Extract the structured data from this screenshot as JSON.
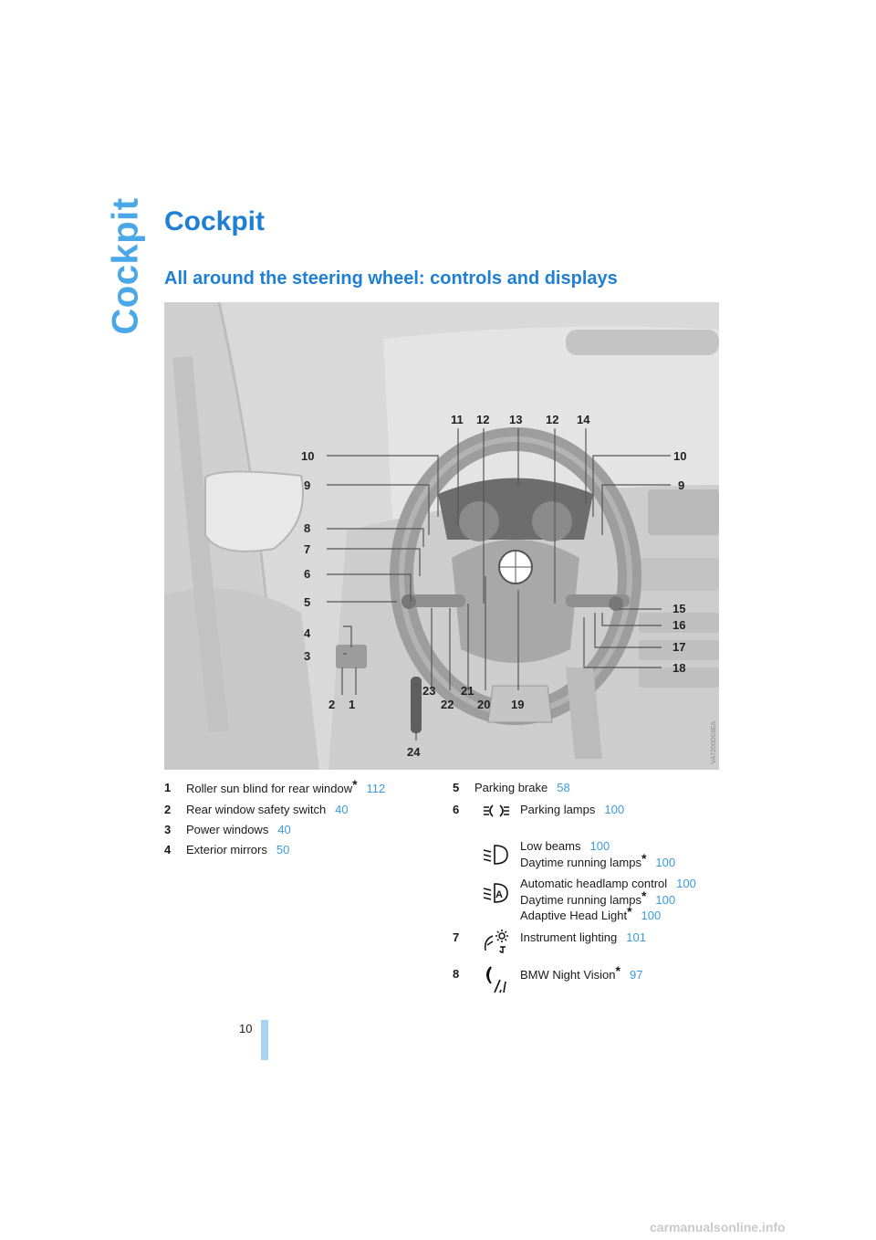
{
  "side_tab": "Cockpit",
  "title": "Cockpit",
  "section_title": "All around the steering wheel: controls and displays",
  "figure": {
    "image_id": "VA7200D03EA",
    "callouts": [
      "1",
      "2",
      "3",
      "4",
      "5",
      "6",
      "7",
      "8",
      "9",
      "10",
      "11",
      "12",
      "13",
      "12",
      "14",
      "10",
      "9",
      "15",
      "16",
      "17",
      "18",
      "19",
      "20",
      "21",
      "22",
      "23",
      "24"
    ]
  },
  "legend_left": [
    {
      "num": "1",
      "text": "Roller sun blind for rear window",
      "star": true,
      "ref": "112"
    },
    {
      "num": "2",
      "text": "Rear window safety switch",
      "star": false,
      "ref": "40"
    },
    {
      "num": "3",
      "text": "Power windows",
      "star": false,
      "ref": "40"
    },
    {
      "num": "4",
      "text": "Exterior mirrors",
      "star": false,
      "ref": "50"
    }
  ],
  "legend_right": {
    "item5": {
      "num": "5",
      "text": "Parking brake",
      "ref": "58"
    },
    "item6": {
      "num": "6",
      "parking": {
        "text": "Parking lamps",
        "ref": "100",
        "icon": "parking-lamps-icon"
      },
      "low": {
        "text1": "Low beams",
        "ref1": "100",
        "text2": "Daytime running lamps",
        "ref2": "100",
        "icon": "low-beam-icon"
      },
      "auto": {
        "text1": "Automatic headlamp control",
        "ref1": "100",
        "text2": "Daytime running lamps",
        "ref2": "100",
        "text3": "Adaptive Head Light",
        "ref3": "100",
        "icon": "automatic-headlamp-icon"
      }
    },
    "item7": {
      "num": "7",
      "text": "Instrument lighting",
      "ref": "101",
      "icon": "instrument-lighting-icon"
    },
    "item8": {
      "num": "8",
      "text": "BMW Night Vision",
      "ref": "97",
      "icon": "night-vision-icon"
    }
  },
  "star_symbol": "*",
  "page_number": "10",
  "watermark": "carmanualsonline.info",
  "colors": {
    "heading": "#1e7fd6",
    "side_tab": "#4aa8e8",
    "reference": "#3a9be0",
    "page_bar": "#a9d3f2"
  }
}
